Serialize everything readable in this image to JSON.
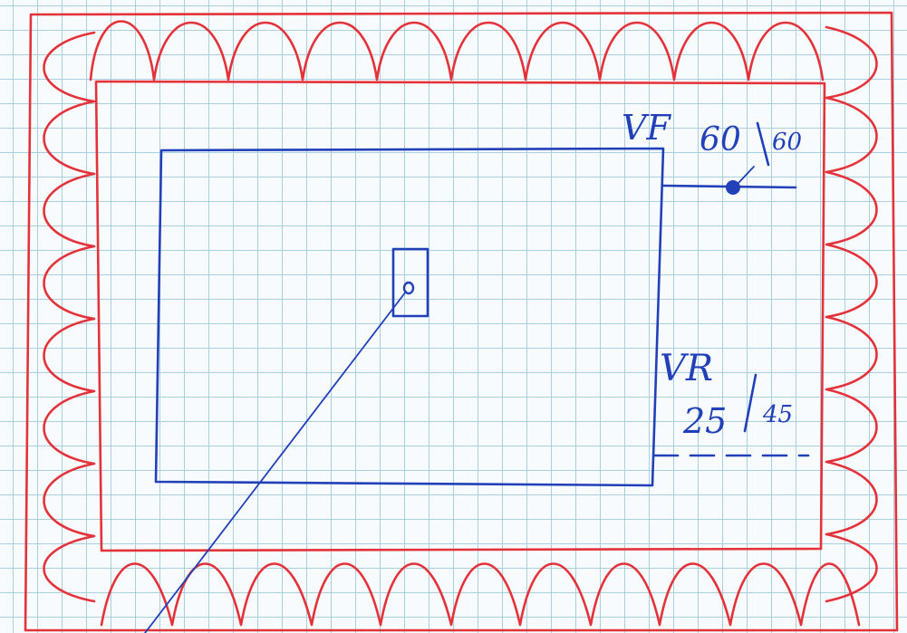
{
  "diagram": {
    "labels": {
      "vf": "VF",
      "vf_ratio_a": "60",
      "vf_ratio_b": "60",
      "vr": "VR",
      "vr_ratio_a": "25",
      "vr_ratio_b": "45"
    },
    "colors": {
      "frame": "#e4323a",
      "ink": "#2240b8",
      "grid": "#a9cfe0"
    }
  }
}
